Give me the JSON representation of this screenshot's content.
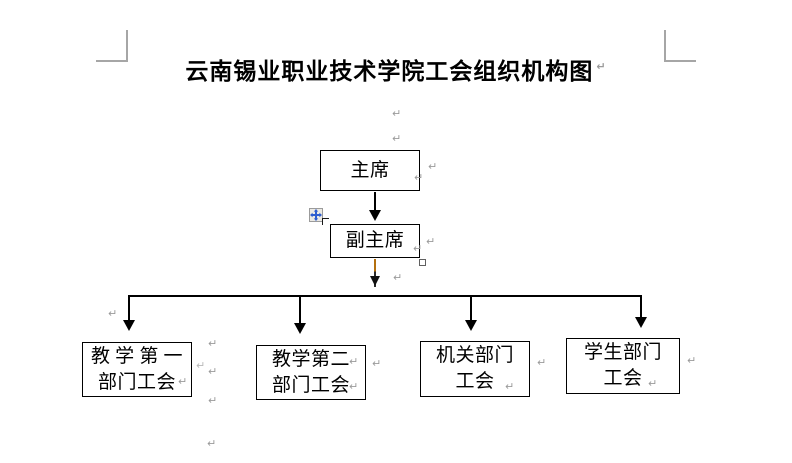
{
  "document": {
    "title": "云南锡业职业技术学院工会组织机构图",
    "title_pilcrow": "↵"
  },
  "chart": {
    "type": "org-chart",
    "nodes": [
      {
        "id": "chairman",
        "level": 1,
        "lines": [
          "主席"
        ],
        "pilcrow": "↵"
      },
      {
        "id": "vice-chairman",
        "level": 2,
        "lines": [
          "副主席"
        ],
        "pilcrow": "↵",
        "selected": true
      },
      {
        "id": "teaching-dept-1-union",
        "level": 3,
        "lines": [
          "教学第一",
          "部门工会"
        ],
        "pilcrow": "↵"
      },
      {
        "id": "teaching-dept-2-union",
        "level": 3,
        "lines": [
          "教学第二",
          "部门工会"
        ],
        "pilcrow": "↵"
      },
      {
        "id": "administrative-dept-union",
        "level": 3,
        "lines": [
          "机关部门",
          "工会"
        ],
        "pilcrow": "↵"
      },
      {
        "id": "student-dept-union",
        "level": 3,
        "lines": [
          "学生部门",
          "工会"
        ],
        "pilcrow": "↵"
      }
    ],
    "edges": [
      {
        "from": "chairman",
        "to": "vice-chairman"
      },
      {
        "from": "vice-chairman",
        "to": "teaching-dept-1-union"
      },
      {
        "from": "vice-chairman",
        "to": "teaching-dept-2-union"
      },
      {
        "from": "vice-chairman",
        "to": "administrative-dept-union"
      },
      {
        "from": "vice-chairman",
        "to": "student-dept-union"
      }
    ]
  },
  "editor": {
    "move_handle_icon": "move-cross-icon",
    "selection_handle": "resize-handle",
    "paragraph_mark": "↵",
    "colors": {
      "text": "#000000",
      "line": "#000000",
      "pilcrow": "#9a9a9a",
      "crop_mark": "#a6a6a6",
      "handle_accent": "#2f5fd0"
    }
  },
  "marks": {
    "p1": "↵",
    "p2": "↵",
    "p3": "↵",
    "p4": "↵",
    "p5": "↵",
    "p6": "↵",
    "p7": "↵",
    "p8": "↵",
    "p9": "↵",
    "p10": "↵",
    "p11": "↵",
    "p12": "↵",
    "p13": "↵",
    "p14": "↵",
    "p15": "↵",
    "p16": "↵",
    "p17": "↵",
    "p18": "↵"
  }
}
